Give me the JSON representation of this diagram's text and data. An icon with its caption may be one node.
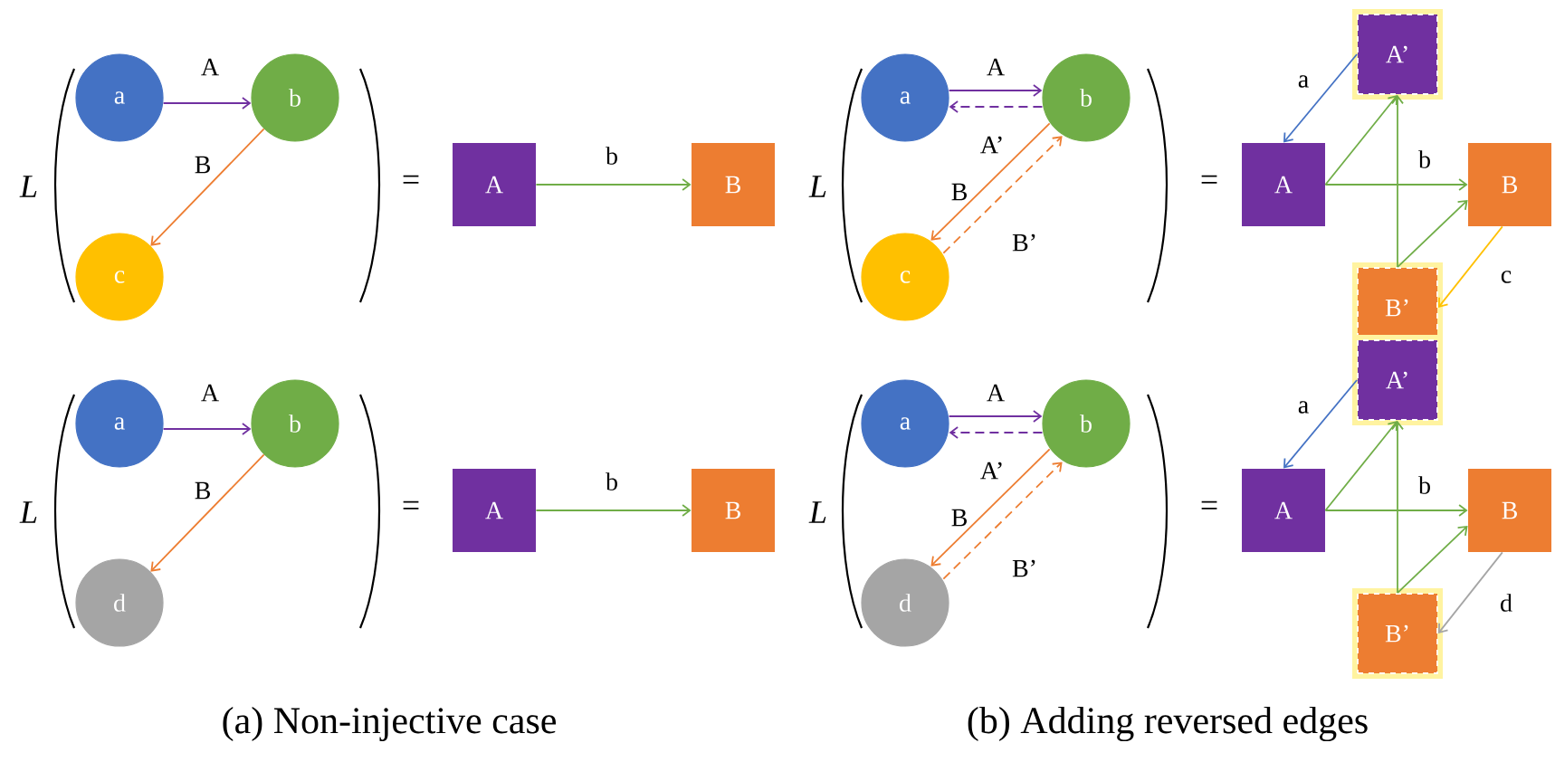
{
  "diagram": {
    "nodes": [
      {
        "text": [
          "a"
        ]
      },
      {
        "text": [
          "b"
        ]
      },
      {
        "text": [
          "c"
        ]
      },
      {
        "text": [
          "A"
        ]
      },
      {
        "text": [
          "B"
        ]
      },
      {
        "text": [
          "a"
        ]
      },
      {
        "text": [
          "b"
        ]
      },
      {
        "text": [
          "c"
        ]
      },
      {
        "text": [
          "A"
        ]
      },
      {
        "text": [
          "A’"
        ]
      },
      {
        "text": [
          "B"
        ]
      },
      {
        "text": [
          "B’"
        ]
      },
      {
        "text": [
          "a"
        ]
      },
      {
        "text": [
          "b"
        ]
      },
      {
        "text": [
          "d"
        ]
      },
      {
        "text": [
          "A"
        ]
      },
      {
        "text": [
          "B"
        ]
      },
      {
        "text": [
          "a"
        ]
      },
      {
        "text": [
          "b"
        ]
      },
      {
        "text": [
          "d"
        ]
      },
      {
        "text": [
          "A"
        ]
      },
      {
        "text": [
          "A’"
        ]
      },
      {
        "text": [
          "B"
        ]
      },
      {
        "text": [
          "B’"
        ]
      }
    ],
    "edges": [
      {
        "from": 0,
        "to": 1,
        "arrow": "to",
        "label": "A",
        "color": "#7030a0"
      },
      {
        "from": 1,
        "to": 2,
        "arrow": "to",
        "label": "B",
        "color": "#ed7d31"
      },
      {
        "from": 3,
        "to": 4,
        "arrow": "to",
        "label": "b"
      },
      {
        "from": 5,
        "to": 6,
        "arrow": "to",
        "label": "A",
        "color": "#7030a0"
      },
      {
        "from": 6,
        "to": 5,
        "arrow": "to",
        "label": "A’",
        "style": "dashed",
        "color": "#7030a0"
      },
      {
        "from": 6,
        "to": 7,
        "arrow": "to",
        "label": "B",
        "color": "#ed7d31"
      },
      {
        "from": 7,
        "to": 6,
        "arrow": "to",
        "label": "B’",
        "style": "dashed",
        "color": "#ed7d31"
      },
      {
        "from": 9,
        "to": 8,
        "arrow": "to",
        "label": "a",
        "color": "#4472c4"
      },
      {
        "from": 8,
        "to": 9,
        "arrow": "to"
      },
      {
        "from": 8,
        "to": 10,
        "arrow": "to",
        "label": "b"
      },
      {
        "from": 11,
        "to": 9,
        "arrow": "to"
      },
      {
        "from": 11,
        "to": 10,
        "arrow": "to"
      },
      {
        "from": 10,
        "to": 11,
        "arrow": "to",
        "label": "c",
        "color": "#ffc000"
      },
      {
        "from": 12,
        "to": 13,
        "arrow": "to",
        "label": "A",
        "color": "#7030a0"
      },
      {
        "from": 13,
        "to": 14,
        "arrow": "to",
        "label": "B",
        "color": "#ed7d31"
      },
      {
        "from": 15,
        "to": 16,
        "arrow": "to",
        "label": "b"
      },
      {
        "from": 17,
        "to": 18,
        "arrow": "to",
        "label": "A",
        "color": "#7030a0"
      },
      {
        "from": 18,
        "to": 17,
        "arrow": "to",
        "label": "A’",
        "style": "dashed",
        "color": "#7030a0"
      },
      {
        "from": 18,
        "to": 19,
        "arrow": "to",
        "label": "B",
        "color": "#ed7d31"
      },
      {
        "from": 19,
        "to": 18,
        "arrow": "to",
        "label": "B’",
        "style": "dashed",
        "color": "#ed7d31"
      },
      {
        "from": 21,
        "to": 20,
        "arrow": "to",
        "label": "a",
        "color": "#4472c4"
      },
      {
        "from": 20,
        "to": 21,
        "arrow": "to"
      },
      {
        "from": 20,
        "to": 22,
        "arrow": "to",
        "label": "b"
      },
      {
        "from": 23,
        "to": 21,
        "arrow": "to"
      },
      {
        "from": 23,
        "to": 22,
        "arrow": "to"
      },
      {
        "from": 22,
        "to": 23,
        "arrow": "to",
        "label": "d",
        "color": "#a5a5a5"
      }
    ],
    "labels": [
      "L",
      "=",
      "L",
      "=",
      "L",
      "=",
      "L",
      "=",
      "(a) Non-injective case",
      "(b) Adding reversed edges"
    ]
  }
}
